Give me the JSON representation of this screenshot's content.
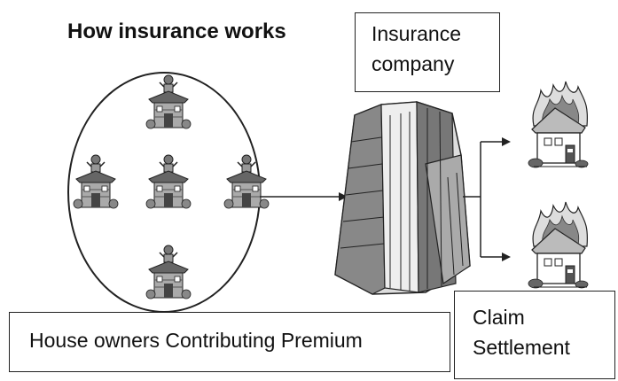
{
  "title": "How insurance works",
  "company_box": {
    "line1": "Insurance",
    "line2": "company"
  },
  "premium_box": {
    "label": "House owners Contributing Premium"
  },
  "claim_box": {
    "line1": "Claim",
    "line2": "Settlement"
  },
  "icons": {
    "house_owner": "house-with-person-icon",
    "building": "office-tower-icon",
    "burning_house": "burning-house-icon"
  }
}
